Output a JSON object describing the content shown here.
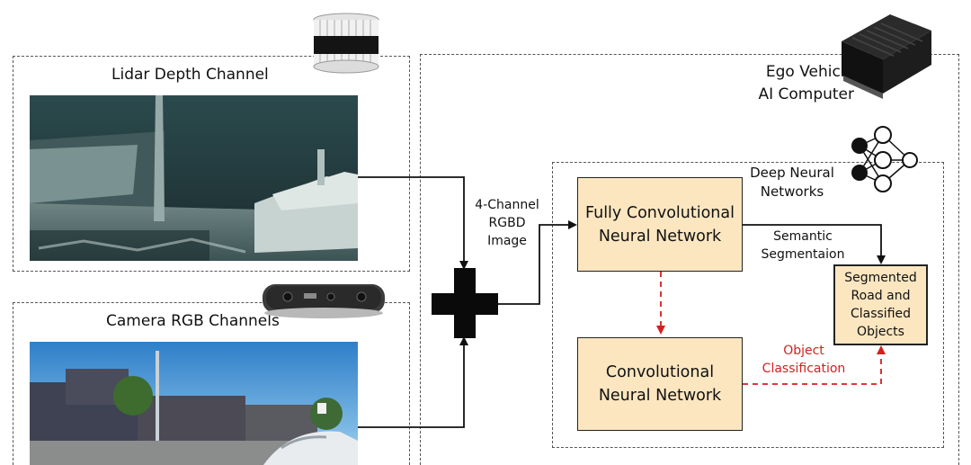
{
  "lidar": {
    "title": "Lidar Depth Channel"
  },
  "camera": {
    "title": "Camera RGB Channels"
  },
  "ego": {
    "title_line1": "Ego Vehicle",
    "title_line2": "AI Computer"
  },
  "dnn": {
    "title_line1": "Deep Neural",
    "title_line2": "Networks"
  },
  "fusion": {
    "label_line1": "4-Channel",
    "label_line2": "RGBD",
    "label_line3": "Image"
  },
  "fcn": {
    "line1": "Fully Convolutional",
    "line2": "Neural Network"
  },
  "cnn": {
    "line1": "Convolutional",
    "line2": "Neural Network"
  },
  "output": {
    "line1": "Segmented",
    "line2": "Road and",
    "line3": "Classified",
    "line4": "Objects"
  },
  "edges": {
    "semantic_line1": "Semantic",
    "semantic_line2": "Segmentaion",
    "object_line1": "Object",
    "object_line2": "Classification"
  },
  "colors": {
    "node_fill": "#fbe6c0",
    "classification_arrow": "#d51f1f"
  },
  "icons": {
    "lidar_sensor": "lidar-sensor-icon",
    "depth_camera": "depth-camera-icon",
    "ai_computer": "ai-computer-icon",
    "neural_net": "neural-network-icon",
    "combine": "plus-combine-icon"
  }
}
